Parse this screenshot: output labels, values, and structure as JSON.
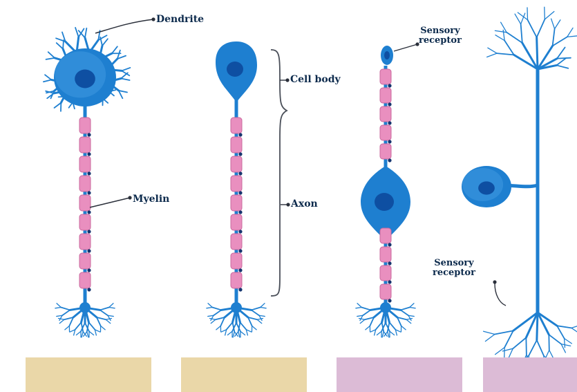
{
  "labels": {
    "dendrite": "Dendrite",
    "myelin": "Myelin",
    "cell_body": "Cell body",
    "axon": "Axon",
    "sensory_receptor_top_line1": "Sensory",
    "sensory_receptor_top_line2": "receptor",
    "sensory_receptor_bottom_line1": "Sensory",
    "sensory_receptor_bottom_line2": "receptor"
  },
  "colors": {
    "cell": "#1e7fd0",
    "cell_light": "#52a9ea",
    "nucleus": "#0e4fa2",
    "myelin": "#e98fbf",
    "myelin_dark": "#c9689e",
    "node": "#16356f",
    "label_text": "#0c2a4c",
    "leader_line": "#2a2f3a",
    "swatch_tan": "#ead7a8",
    "swatch_mauve": "#dcbbd6"
  },
  "answer_boxes": [
    {
      "color": "#ead7a8"
    },
    {
      "color": "#ead7a8"
    },
    {
      "color": "#dcbbd6"
    },
    {
      "color": "#dcbbd6"
    }
  ]
}
